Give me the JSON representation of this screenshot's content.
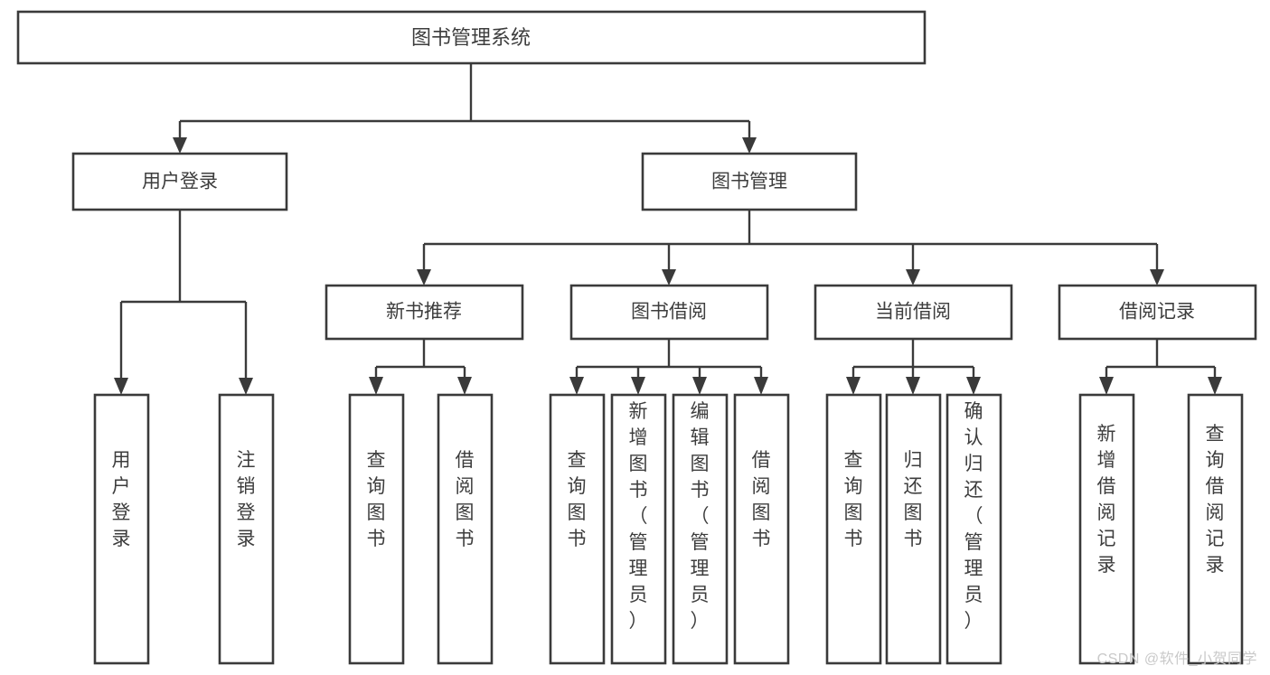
{
  "diagram": {
    "type": "tree-hierarchy-chart",
    "title": "图书管理系统",
    "orientation": "top-down",
    "colors": {
      "box_stroke": "#3a3a3a",
      "box_fill": "#ffffff",
      "text": "#3d3d3d",
      "connector": "#3a3a3a",
      "background": "#ffffff",
      "watermark": "#c9c9c9"
    },
    "root": {
      "label": "图书管理系统"
    },
    "level2": [
      {
        "label": "用户登录"
      },
      {
        "label": "图书管理"
      }
    ],
    "level3": [
      {
        "label": "新书推荐"
      },
      {
        "label": "图书借阅"
      },
      {
        "label": "当前借阅"
      },
      {
        "label": "借阅记录"
      }
    ],
    "leaves": {
      "user_login": [
        {
          "label": "用户登录"
        },
        {
          "label": "注销登录"
        }
      ],
      "new_book_recommend": [
        {
          "label": "查询图书"
        },
        {
          "label": "借阅图书"
        }
      ],
      "book_borrow": [
        {
          "label": "查询图书"
        },
        {
          "label": "新增图书（管理员）"
        },
        {
          "label": "编辑图书（管理员）"
        },
        {
          "label": "借阅图书"
        }
      ],
      "current_borrow": [
        {
          "label": "查询图书"
        },
        {
          "label": "归还图书"
        },
        {
          "label": "确认归还（管理员）"
        }
      ],
      "borrow_record": [
        {
          "label": "新增借阅记录"
        },
        {
          "label": "查询借阅记录"
        }
      ]
    }
  },
  "watermark": {
    "text": "CSDN @软件_小贺同学"
  }
}
